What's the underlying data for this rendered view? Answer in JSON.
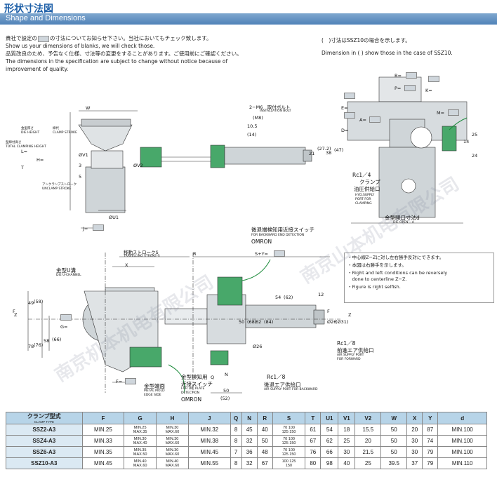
{
  "header": {
    "title_jp": "形状寸法図",
    "title_en": "Shape and Dimensions"
  },
  "notes_left": {
    "l1_a": "貴社で設定の",
    "l1_b": "の寸法についてお知らせ下さい。当社においてもチェック致します。",
    "l2": "Show us your dimensions of blanks, we will check those.",
    "l3": "品質改良のため、予告なく仕様、寸法等の変更をすることがあります。ご使用前にご確認ください。",
    "l4": "The dimensions in the specification are subject to change without notice because of",
    "l5": "improvement of quality."
  },
  "notes_right": {
    "l1": "(　)寸法はSSZ10の場合を示します。",
    "l2": "Dimension in ( ) show those in the case of SSZ10."
  },
  "drawing_labels": {
    "w": "W",
    "bolt_jp": "2−M6　取付ボルト",
    "bolt_en": "INSTALLATION BOLT",
    "m8": "(M8)",
    "d105": "10.5",
    "d14": "(14)",
    "d21": "21",
    "d272": "(27.2)",
    "d38": "38",
    "d47": "(47)",
    "v1": "ØV1",
    "v2": "ØV2",
    "d3": "3",
    "d5": "5",
    "u1": "ØU1",
    "j": "J=",
    "t": "T",
    "l": "L=",
    "h": "H=",
    "total_jp": "型締付高さ",
    "total_en": "TOTAL CLAMPING HEIGHT",
    "die_h_jp": "金型厚さ",
    "die_h_en": "DIE HEIGHT",
    "clamp_jp": "締代",
    "clamp_en": "CLAMP STROKE",
    "unclamp_jp": "アンクランプストローク",
    "unclamp_en": "UNCLAMP STROKE",
    "b": "B=",
    "p": "P=",
    "k": "K=",
    "e": "E=",
    "d": "D=",
    "a": "A=",
    "m": "M=",
    "d25": "25",
    "d14b": "14",
    "d24": "24",
    "rc14": "Rc1／4",
    "hyd_jp": "クランプ",
    "hyd_jp2": "油圧供給口",
    "hyd_en1": "HYD.SUPPLY",
    "hyd_en2": "PORT FOR",
    "hyd_en3": "CLAMPING",
    "dieopen_jp": "金型開口寸法d",
    "dieopen_en": "DIE OPEN – d",
    "backsw_jp": "後退端検知用近接スイッチ",
    "backsw_en": "FOR BACKWARD END DETECTION",
    "omron": "OMRON",
    "travel_jp": "移動ストロークS",
    "travel_en": "TRAVELLING STROKE-S",
    "r": "R",
    "sy": "S+Y=",
    "x": "X",
    "uch_jp": "金型U溝",
    "uch_en": "DIE U-CHANNEL",
    "d49": "49",
    "d58": "(58)",
    "d78": "78",
    "d76": "(76)",
    "d58b": "58",
    "d66": "(66)",
    "g": "G=",
    "f": "F=",
    "d12": "12",
    "d54": "54",
    "d62": "(62)",
    "d50": "50",
    "d68": "(68)",
    "d62b": "62",
    "d84": "(84)",
    "d26": "Ø26",
    "d31": "(Ø31)",
    "d26b": "Ø26",
    "rc18a": "Rc1／8",
    "fwd_jp": "前進エア供給口",
    "fwd_en1": "AIR SUPPLY PORT",
    "fwd_en2": "FOR FORWARD",
    "rc18b": "Rc1／8",
    "bwd_jp": "後退エア供給口",
    "bwd_en": "AIR SUPPLY PORT FOR BACKWARD",
    "edge_jp": "金型端面",
    "edge_en1": "METAL MOLD",
    "edge_en2": "EDGE SIDE",
    "detsw_jp": "金型検知用",
    "detsw_jp2": "近接スイッチ",
    "detsw_en1": "FOR DIE PLATE",
    "detsw_en2": "DETECTION",
    "omron2": "OMRON",
    "q": "Q",
    "n": "N",
    "d50b": "50",
    "d52": "(52)",
    "z": "Z",
    "z2": "Z",
    "f1": "F",
    "f2": "F"
  },
  "info_box": [
    "・中心線Z−Zに対し左右勝手反対にできます。",
    "・本図は右勝手を示します。",
    "・Right and left conditions can be reversely",
    "　done to centerline Z−Z.",
    "・Figure is right selfish."
  ],
  "watermark": [
    "南京机本机电有限公司",
    "南京山本机电有限公司"
  ],
  "table": {
    "headers": [
      "クランプ型式",
      "F",
      "G",
      "H",
      "J",
      "Q",
      "N",
      "R",
      "S",
      "T",
      "U1",
      "V1",
      "V2",
      "W",
      "X",
      "Y",
      "d"
    ],
    "header_sub": "CLAMP TYPE",
    "rows": [
      {
        "name": "SSZ2-A3",
        "F": "MIN.25",
        "G": [
          "MIN.25",
          "MAX.35"
        ],
        "H": [
          "MIN.30",
          "MAX.60"
        ],
        "J": "MIN.32",
        "Q": "8",
        "N": "45",
        "R": "40",
        "S": [
          "70",
          "100",
          "125",
          "150"
        ],
        "T": "61",
        "U1": "54",
        "V1": "18",
        "V2": "15.5",
        "W": "50",
        "X": "20",
        "Y": "87",
        "d": "MIN.100"
      },
      {
        "name": "SSZ4-A3",
        "F": "MIN.33",
        "G": [
          "MIN.30",
          "MAX.40"
        ],
        "H": [
          "MIN.30",
          "MAX.60"
        ],
        "J": "MIN.38",
        "Q": "8",
        "N": "32",
        "R": "50",
        "S": [
          "70",
          "100",
          "125",
          "150"
        ],
        "T": "67",
        "U1": "62",
        "V1": "25",
        "V2": "20",
        "W": "50",
        "X": "30",
        "Y": "74",
        "d": "MIN.100"
      },
      {
        "name": "SSZ6-A3",
        "F": "MIN.35",
        "G": [
          "MIN.35",
          "MAX.50"
        ],
        "H": [
          "MIN.30",
          "MAX.60"
        ],
        "J": "MIN.45",
        "Q": "7",
        "N": "36",
        "R": "48",
        "S": [
          "70",
          "100",
          "125",
          "150"
        ],
        "T": "76",
        "U1": "66",
        "V1": "30",
        "V2": "21.5",
        "W": "50",
        "X": "30",
        "Y": "79",
        "d": "MIN.100"
      },
      {
        "name": "SSZ10-A3",
        "F": "MIN.45",
        "G": [
          "MIN.40",
          "MAX.60"
        ],
        "H": [
          "MIN.40",
          "MAX.60"
        ],
        "J": "MIN.55",
        "Q": "8",
        "N": "32",
        "R": "67",
        "S": [
          "100",
          "125",
          "150"
        ],
        "T": "80",
        "U1": "98",
        "V1": "40",
        "V2": "25",
        "W": "39.5",
        "X": "37",
        "Y": "79",
        "d": "MIN.110"
      }
    ]
  }
}
